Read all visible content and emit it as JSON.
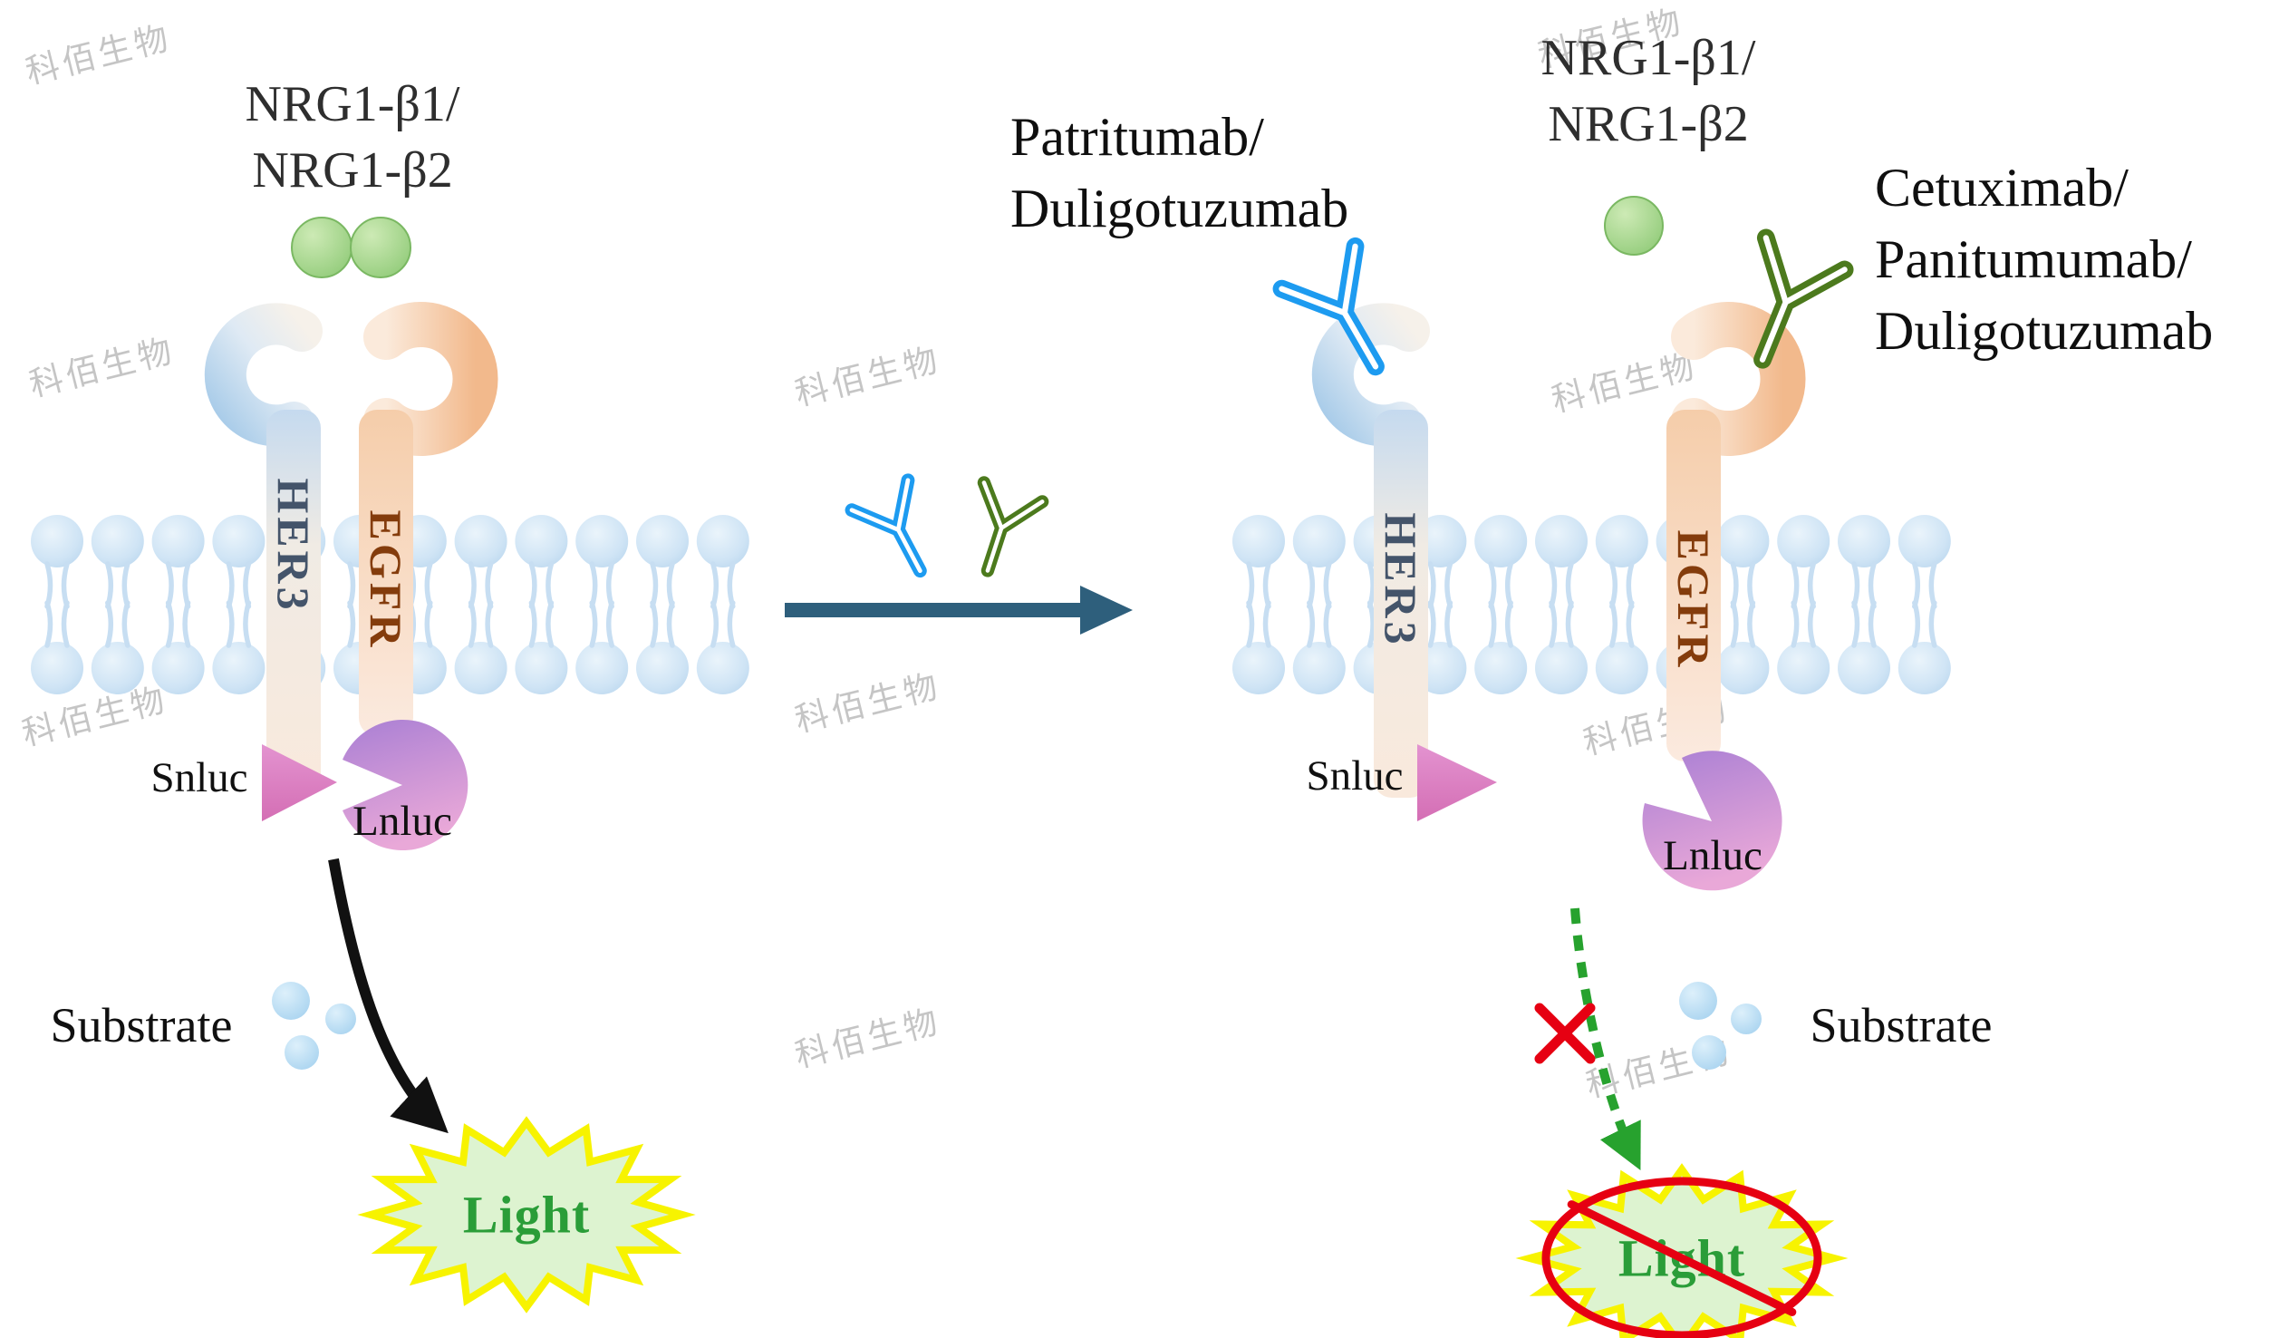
{
  "watermark": {
    "text": "科佰生物"
  },
  "colors": {
    "her3_label": "#44546a",
    "egfr_label": "#843c0c",
    "antibody_blue": "#1d9bf0",
    "antibody_green": "#4c7a1d",
    "light_green_text": "#2a9d38",
    "prohibition_red": "#e60012",
    "reaction_arrow": "#2e5f7c",
    "membrane": "#cfe3f4",
    "ligand_green": "#8fca77",
    "snluc_pink": "#d46eb4",
    "lnluc_purple": "#a97fd4",
    "starburst_fill": "#ddf3d0",
    "starburst_stroke": "#f7f300"
  },
  "left_panel": {
    "ligand_label": {
      "line1": "NRG1-β1/",
      "line2": "NRG1-β2"
    },
    "receptor_left": "HER3",
    "receptor_right": "EGFR",
    "snluc_label": "Snluc",
    "lnluc_label": "Lnluc",
    "substrate_label": "Substrate",
    "light_label": "Light"
  },
  "right_panel": {
    "ligand_label": {
      "line1": "NRG1-β1/",
      "line2": "NRG1-β2"
    },
    "blue_antibody_label": {
      "line1": "Patritumab/",
      "line2": "Duligotuzumab"
    },
    "green_antibody_label": {
      "line1": "Cetuximab/",
      "line2": "Panitumumab/",
      "line3": "Duligotuzumab"
    },
    "receptor_left": "HER3",
    "receptor_right": "EGFR",
    "snluc_label": "Snluc",
    "lnluc_label": "Lnluc",
    "substrate_label": "Substrate",
    "light_label": "Light"
  }
}
